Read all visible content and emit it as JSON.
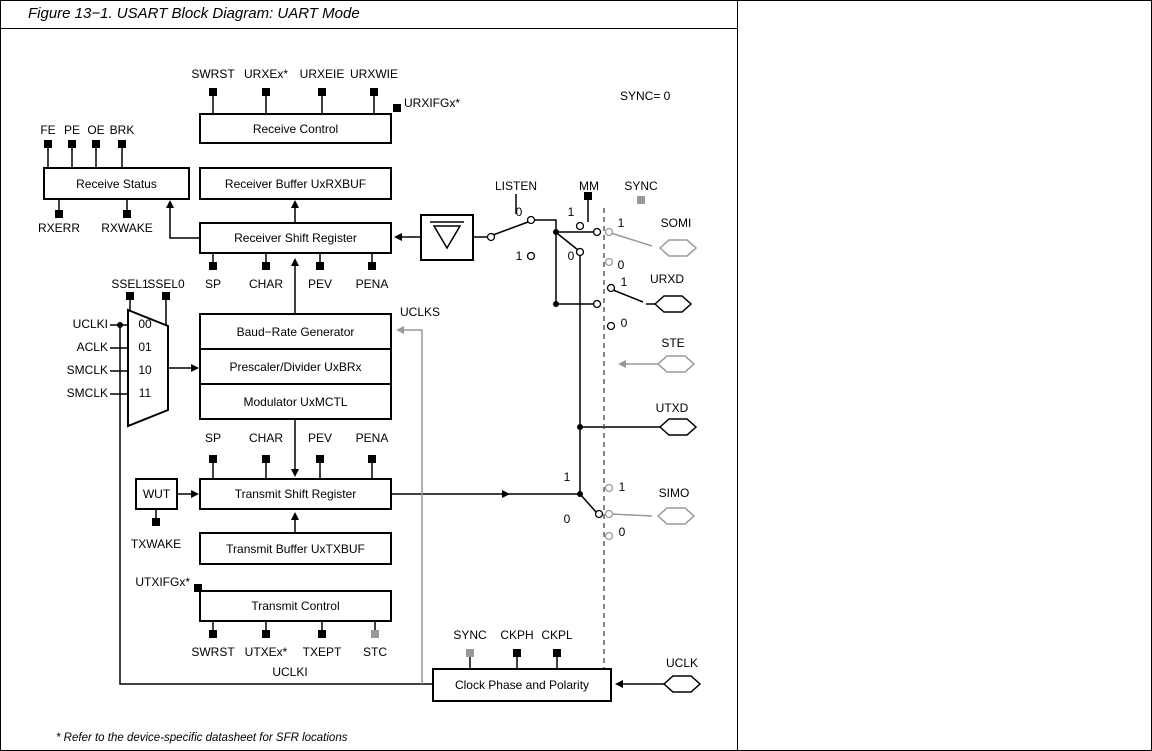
{
  "figure": {
    "title": "Figure 13−1.  USART Block Diagram: UART Mode",
    "mode_note": "SYNC= 0",
    "footnote": "* Refer to the device-specific datasheet for SFR locations"
  },
  "blocks": {
    "receive_control": "Receive Control",
    "receive_status": "Receive Status",
    "receiver_buffer": "Receiver Buffer UxRXBUF",
    "receiver_shift_register": "Receiver Shift Register",
    "baud_rate_generator": "Baud−Rate Generator",
    "prescaler_divider": "Prescaler/Divider UxBRx",
    "modulator": "Modulator UxMCTL",
    "wut": "WUT",
    "transmit_shift_register": "Transmit Shift Register",
    "transmit_buffer": "Transmit Buffer UxTXBUF",
    "transmit_control": "Transmit Control",
    "clock_phase_polarity": "Clock Phase and Polarity"
  },
  "receive": {
    "control_signals": [
      "SWRST",
      "URXEx*",
      "URXEIE",
      "URXWIE"
    ],
    "interrupt_flag": "URXIFGx*",
    "status_flags": [
      "FE",
      "PE",
      "OE",
      "BRK"
    ],
    "status_outputs": [
      "RXERR",
      "RXWAKE"
    ],
    "shift_config": [
      "SP",
      "CHAR",
      "PEV",
      "PENA"
    ]
  },
  "transmit": {
    "shift_config": [
      "SP",
      "CHAR",
      "PEV",
      "PENA"
    ],
    "control_signals": [
      "SWRST",
      "UTXEx*",
      "TXEPT",
      "STC"
    ],
    "interrupt_flag": "UTXIFGx*",
    "wake": "TXWAKE"
  },
  "clock": {
    "select_labels": [
      "SSEL1",
      "SSEL0"
    ],
    "sources": [
      "UCLKI",
      "ACLK",
      "SMCLK",
      "SMCLK"
    ],
    "select_codes": [
      "00",
      "01",
      "10",
      "11"
    ],
    "uclks": "UCLKS",
    "uclki": "UCLKI",
    "phase_signals": [
      "SYNC",
      "CKPH",
      "CKPL"
    ]
  },
  "switches": {
    "listen": "LISTEN",
    "mm": "MM",
    "sync": "SYNC",
    "listen_pos": [
      "0",
      "1"
    ],
    "mm_pos": [
      "1",
      "0"
    ],
    "somi_pos": [
      "1",
      "0"
    ],
    "urxd_pos": [
      "1",
      "0"
    ],
    "simo_left_pos": [
      "1",
      "0"
    ],
    "simo_right_pos": [
      "1",
      "0"
    ]
  },
  "pins": {
    "somi": "SOMI",
    "urxd": "URXD",
    "ste": "STE",
    "utxd": "UTXD",
    "simo": "SIMO",
    "uclk": "UCLK"
  }
}
